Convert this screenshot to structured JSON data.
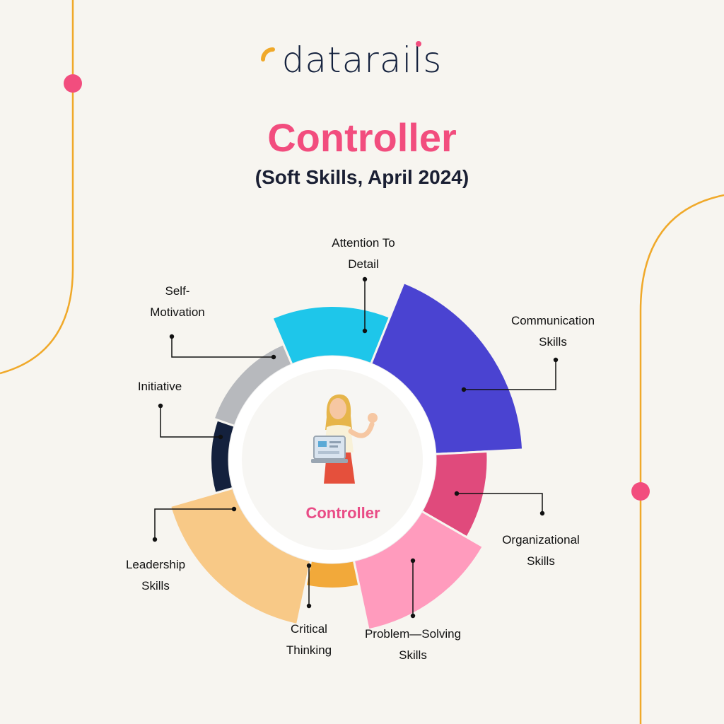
{
  "brand": {
    "logo_text": "datarails",
    "accent_color": "#f0a92a",
    "dot_color": "#f24d7e"
  },
  "header": {
    "title": "Controller",
    "subtitle": "(Soft Skills, April 2024)"
  },
  "center": {
    "label": "Controller",
    "illustration": "woman-with-laptop-illustration"
  },
  "skills": [
    {
      "id": "attention-to-detail",
      "lines": [
        "Attention To",
        "Detail"
      ],
      "color": "#1ec6ea",
      "weight": 0.58
    },
    {
      "id": "communication-skills",
      "lines": [
        "Communication",
        "Skills"
      ],
      "color": "#4a43d1",
      "weight": 1.0
    },
    {
      "id": "organizational-skills",
      "lines": [
        "Organizational",
        "Skills"
      ],
      "color": "#e04a7c",
      "weight": 0.6
    },
    {
      "id": "problem-solving-skills",
      "lines": [
        "Problem—Solving",
        "Skills"
      ],
      "color": "#ff9bbd",
      "weight": 0.81
    },
    {
      "id": "critical-thinking",
      "lines": [
        "Critical",
        "Thinking"
      ],
      "color": "#f2a93a",
      "weight": 0.3
    },
    {
      "id": "leadership-skills",
      "lines": [
        "Leadership",
        "Skills"
      ],
      "color": "#f8c987",
      "weight": 0.75
    },
    {
      "id": "initiative",
      "lines": [
        "Initiative"
      ],
      "color": "#14213d",
      "weight": 0.22
    },
    {
      "id": "self-motivation",
      "lines": [
        "Self-",
        "Motivation"
      ],
      "color": "#b7b9bd",
      "weight": 0.26
    }
  ]
}
